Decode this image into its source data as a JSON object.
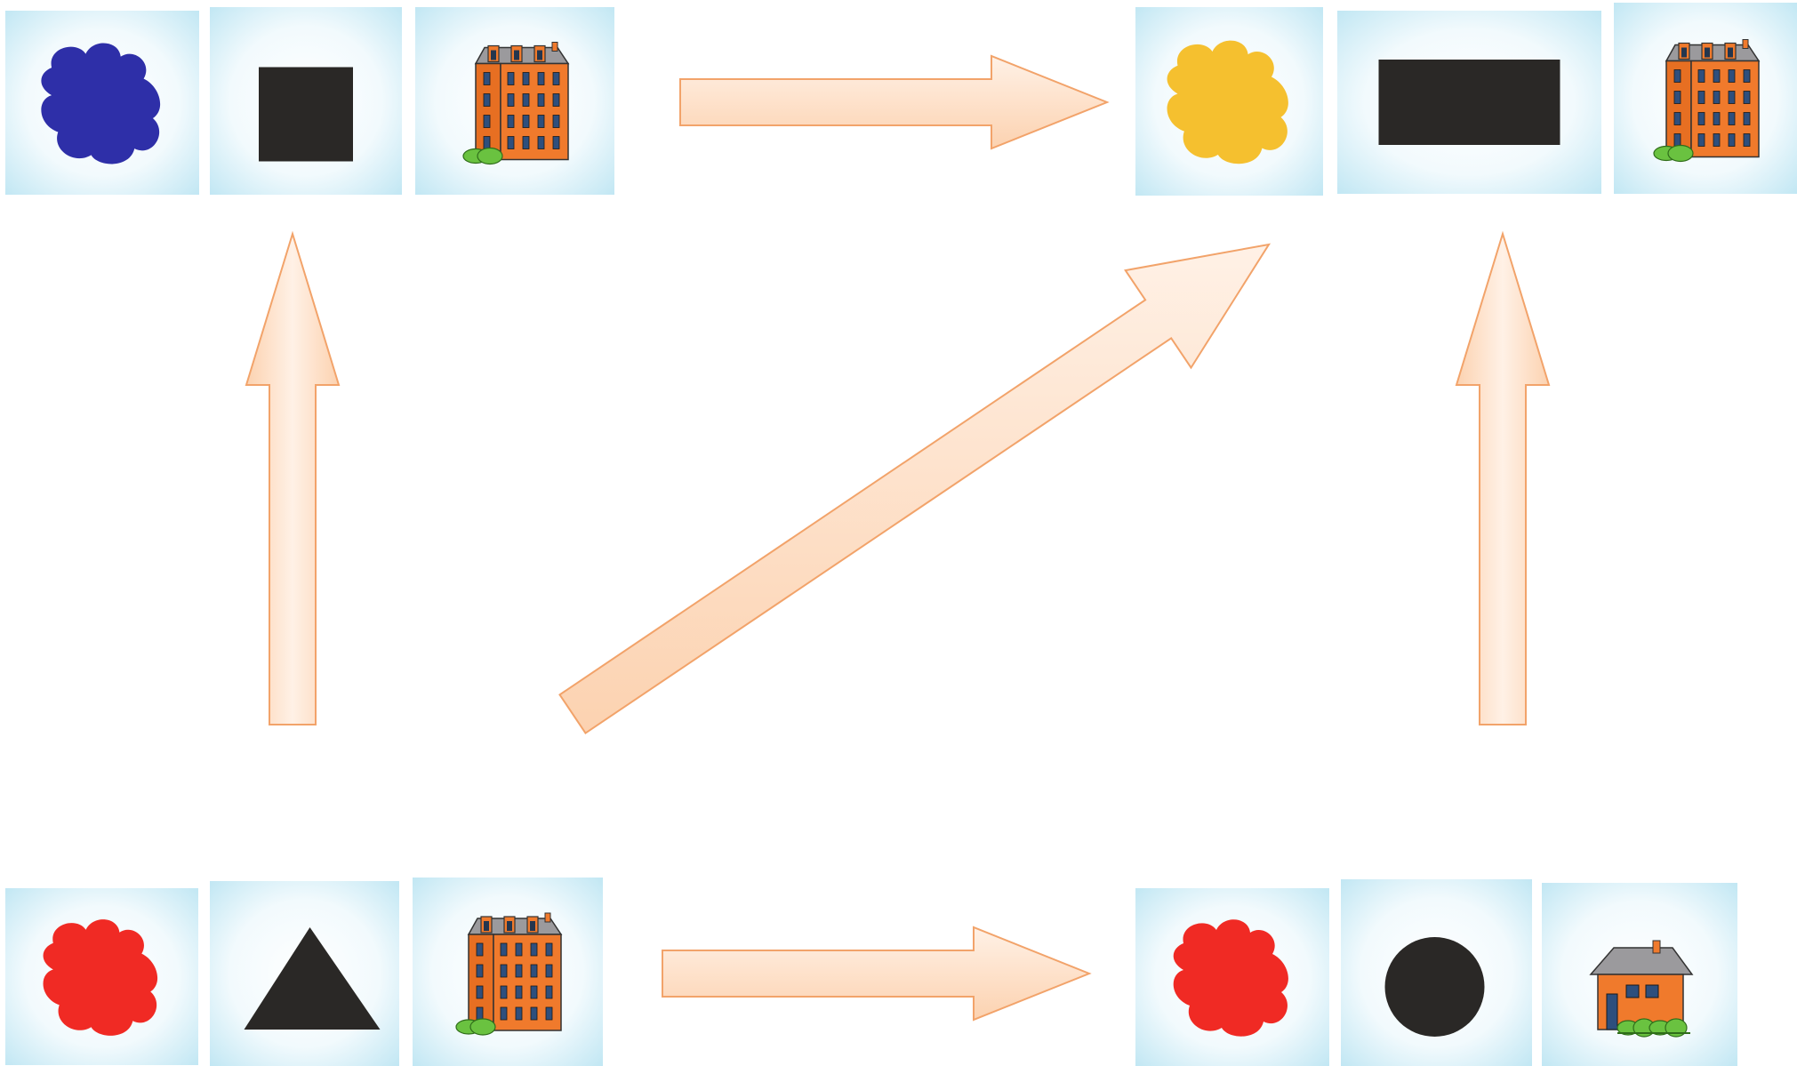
{
  "diagram": {
    "groups": [
      {
        "id": "top-left",
        "cards": [
          {
            "kind": "blob",
            "color": "#2e2fa8",
            "icon": "blue-blob-icon"
          },
          {
            "kind": "shape",
            "shape": "square",
            "color": "#2a2826",
            "icon": "black-square-icon"
          },
          {
            "kind": "building",
            "building": "apartment",
            "icon": "apartment-building-icon"
          }
        ]
      },
      {
        "id": "top-right",
        "cards": [
          {
            "kind": "blob",
            "color": "#f5c02f",
            "icon": "yellow-blob-icon"
          },
          {
            "kind": "shape",
            "shape": "rectangle",
            "color": "#2a2826",
            "icon": "black-rectangle-icon"
          },
          {
            "kind": "building",
            "building": "apartment",
            "icon": "apartment-building-icon"
          }
        ]
      },
      {
        "id": "bottom-left",
        "cards": [
          {
            "kind": "blob",
            "color": "#f02a24",
            "icon": "red-blob-icon"
          },
          {
            "kind": "shape",
            "shape": "triangle",
            "color": "#2a2826",
            "icon": "black-triangle-icon"
          },
          {
            "kind": "building",
            "building": "apartment",
            "icon": "apartment-building-icon"
          }
        ]
      },
      {
        "id": "bottom-right",
        "cards": [
          {
            "kind": "blob",
            "color": "#f02a24",
            "icon": "red-blob-icon"
          },
          {
            "kind": "shape",
            "shape": "circle",
            "color": "#2a2826",
            "icon": "black-circle-icon"
          },
          {
            "kind": "building",
            "building": "house",
            "icon": "house-icon"
          }
        ]
      }
    ],
    "arrows": [
      {
        "from": "top-left",
        "to": "top-right",
        "icon": "right-arrow-icon"
      },
      {
        "from": "bottom-left",
        "to": "bottom-right",
        "icon": "right-arrow-icon"
      },
      {
        "from": "bottom-left",
        "to": "top-left",
        "icon": "up-arrow-icon"
      },
      {
        "from": "bottom-right",
        "to": "top-right",
        "icon": "up-arrow-icon"
      },
      {
        "from": "bottom-left",
        "to": "top-right",
        "icon": "diagonal-arrow-icon"
      }
    ],
    "colors": {
      "arrow_fill_light": "#fff1e6",
      "arrow_fill_dark": "#fcd2b0",
      "arrow_stroke": "#f2a36a",
      "card_tint": "#bfe6f3",
      "building_wall": "#f07a2c",
      "building_roof": "#9b9a9d",
      "bush": "#6ac240"
    }
  }
}
